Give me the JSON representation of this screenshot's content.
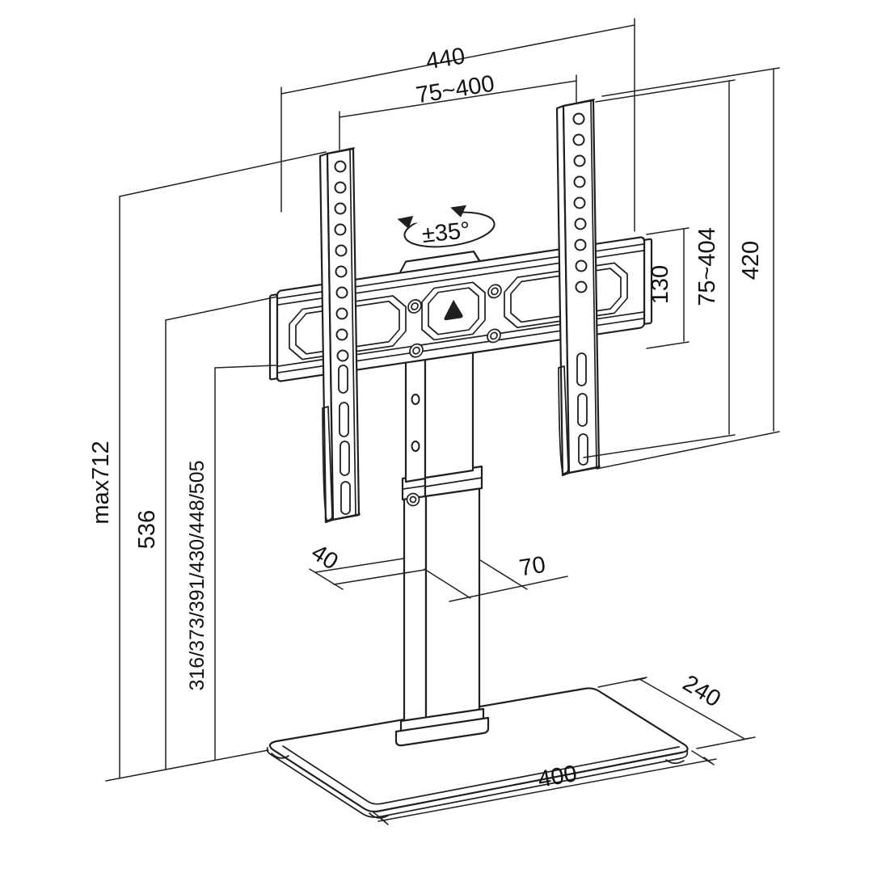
{
  "drawing": {
    "title": "TV tabletop stand with swivel mount - dimensional drawing",
    "type": "technical-line-drawing",
    "line_color": "#1f1f1f",
    "background_color": "#ffffff"
  },
  "dims": {
    "overall_width": "440",
    "vesa_width": "75~400",
    "swivel": "±35°",
    "plate_height": "130",
    "vesa_height": "75~404",
    "rail_height": "420",
    "max_height": "max712",
    "bracket_height": "536",
    "adjust_heights": "316/373/391/430/448/505",
    "column_depth": "40",
    "column_width": "70",
    "base_depth": "240",
    "base_width": "400"
  }
}
